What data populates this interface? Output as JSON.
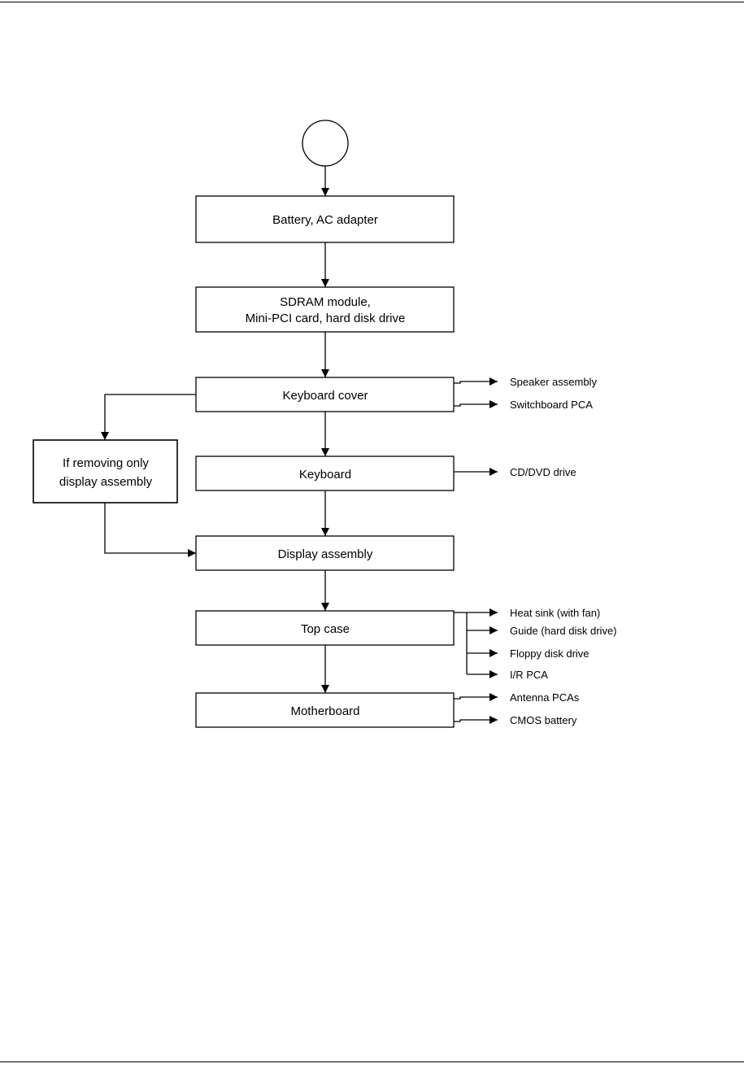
{
  "diagram": {
    "start_node": "",
    "steps": [
      [
        "Battery, AC adapter"
      ],
      [
        "SDRAM module,",
        "Mini-PCI card, hard disk drive"
      ],
      [
        "Keyboard cover"
      ],
      [
        "Keyboard"
      ],
      [
        "Display assembly"
      ],
      [
        "Top case"
      ],
      [
        "Motherboard"
      ]
    ],
    "branch": [
      "If removing only",
      "display assembly"
    ],
    "side_outputs": {
      "keyboard_cover": [
        "Speaker assembly",
        "Switchboard PCA"
      ],
      "keyboard": [
        "CD/DVD drive"
      ],
      "top_case": [
        "Heat sink (with fan)",
        "Guide (hard disk drive)",
        "Floppy disk drive",
        "I/R PCA"
      ],
      "motherboard": [
        "Antenna PCAs",
        "CMOS battery"
      ]
    }
  }
}
